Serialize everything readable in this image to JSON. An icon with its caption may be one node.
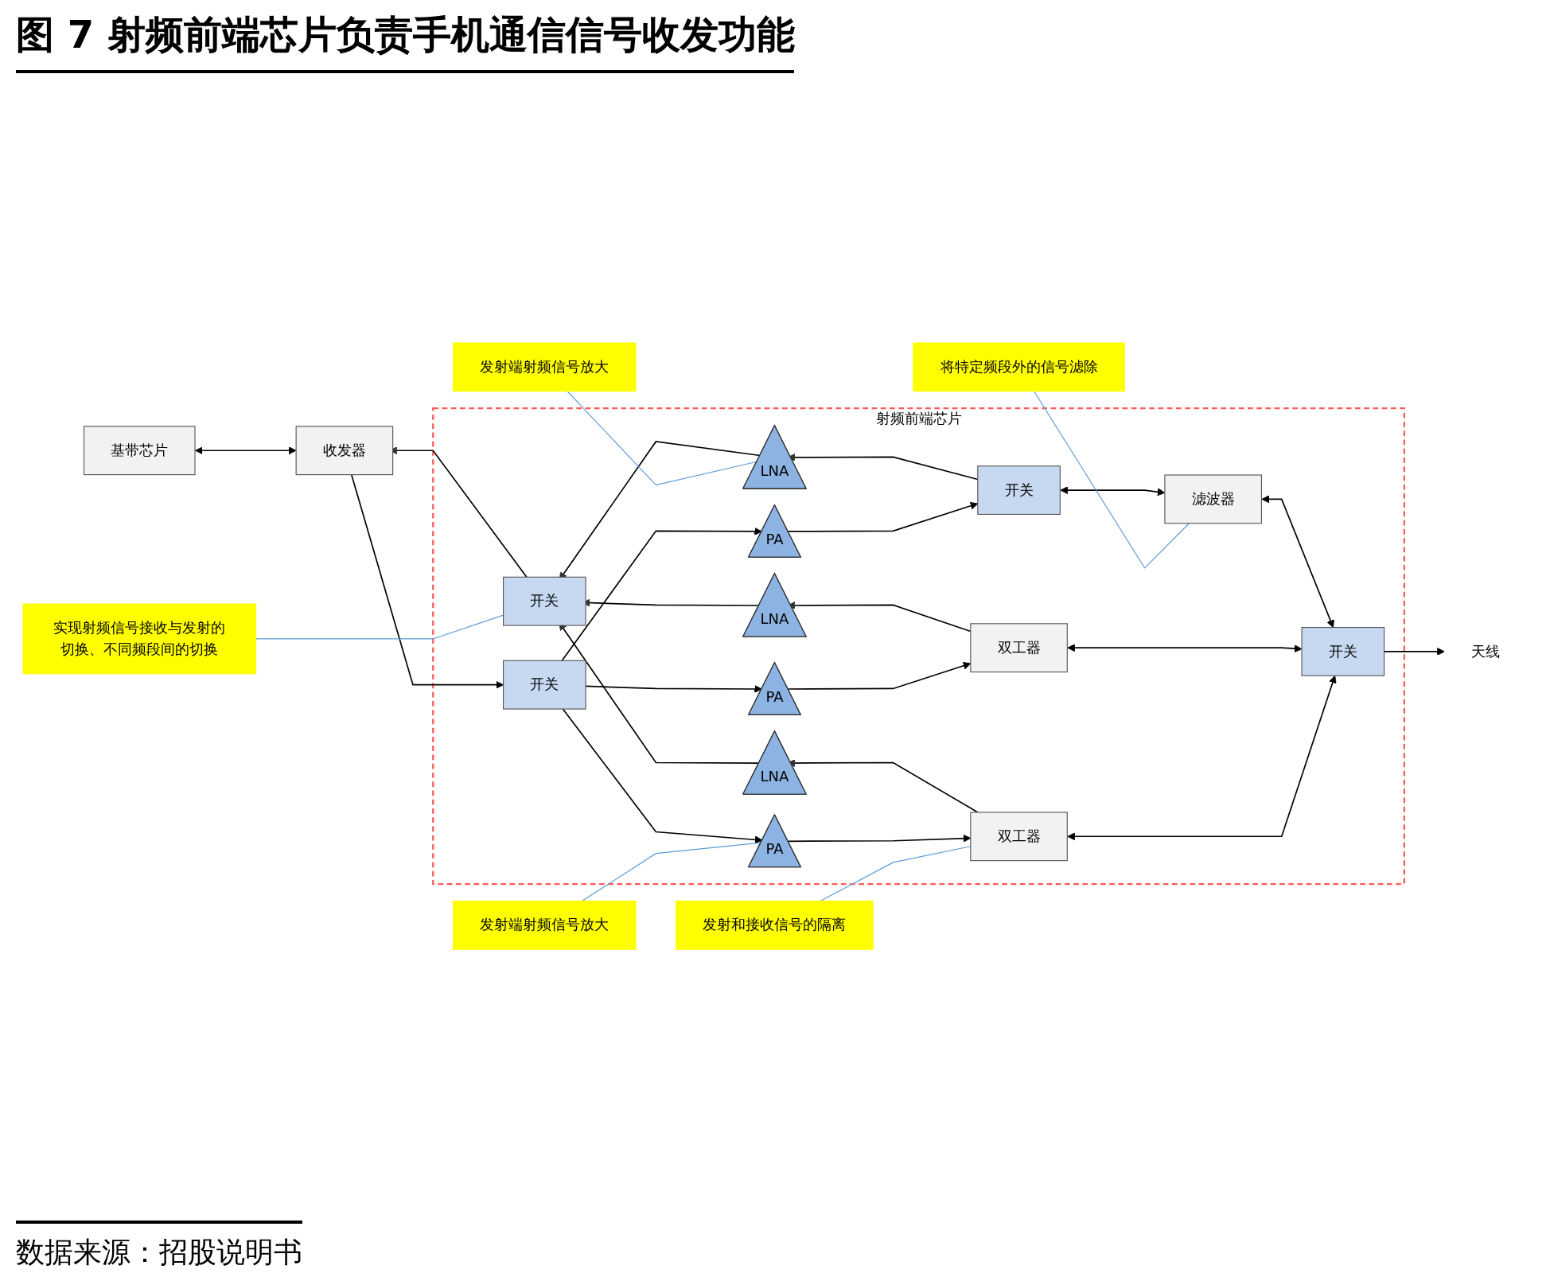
{
  "diagram": {
    "title": "图 7 射频前端芯片负责手机通信信号收发功能",
    "caption": "数据来源：招股说明书",
    "nodes": [
      {
        "text": [
          "实现射频信号接收与发射的切换、不同频段间的切换"
        ]
      },
      {
        "text": [
          "发射端射频信号放大"
        ]
      },
      {
        "text": [
          "将特定频段外的信号滤除"
        ]
      },
      {
        "text": [
          "射频前端芯片"
        ]
      },
      {
        "text": [
          "基带芯片"
        ]
      },
      {
        "text": [
          "收发器"
        ]
      },
      {
        "text": [
          "开关"
        ],
        "in": 3
      },
      {
        "text": [
          "开关"
        ],
        "in": 3
      },
      {
        "text": [
          "LNA"
        ],
        "in": 3
      },
      {
        "text": [
          "PA"
        ],
        "in": 3
      },
      {
        "text": [
          "LNA"
        ],
        "in": 3
      },
      {
        "text": [
          "PA"
        ],
        "in": 3
      },
      {
        "text": [
          "LNA"
        ],
        "in": 3
      },
      {
        "text": [
          "PA"
        ],
        "in": 3
      },
      {
        "text": [
          "开关"
        ],
        "in": 3
      },
      {
        "text": [
          "滤波器"
        ],
        "in": 3
      },
      {
        "text": [
          "双工器"
        ],
        "in": 3
      },
      {
        "text": [
          "双工器"
        ],
        "in": 3
      },
      {
        "text": [
          "开关"
        ],
        "in": 3
      },
      {
        "text": [
          "天线"
        ]
      },
      {
        "text": [
          "发射端射频信号放大"
        ]
      },
      {
        "text": [
          "发射和接收信号的隔离"
        ]
      }
    ],
    "edges": [
      {
        "from": 4,
        "to": 5,
        "arrow": "both"
      },
      {
        "from": 6,
        "to": 5,
        "arrow": "to"
      },
      {
        "from": 5,
        "to": 7,
        "arrow": "to"
      },
      {
        "from": 14,
        "to": 8,
        "arrow": "to"
      },
      {
        "from": 8,
        "to": 6,
        "arrow": "to"
      },
      {
        "from": 7,
        "to": 9,
        "arrow": "to"
      },
      {
        "from": 9,
        "to": 14,
        "arrow": "to"
      },
      {
        "from": 16,
        "to": 10,
        "arrow": "to"
      },
      {
        "from": 10,
        "to": 6,
        "arrow": "to"
      },
      {
        "from": 7,
        "to": 11,
        "arrow": "to"
      },
      {
        "from": 11,
        "to": 16,
        "arrow": "to"
      },
      {
        "from": 17,
        "to": 12,
        "arrow": "to"
      },
      {
        "from": 12,
        "to": 6,
        "arrow": "to"
      },
      {
        "from": 7,
        "to": 13,
        "arrow": "to"
      },
      {
        "from": 13,
        "to": 17,
        "arrow": "to"
      },
      {
        "from": 14,
        "to": 15,
        "arrow": "both"
      },
      {
        "from": 15,
        "to": 18,
        "arrow": "both"
      },
      {
        "from": 16,
        "to": 18,
        "arrow": "both"
      },
      {
        "from": 17,
        "to": 18,
        "arrow": "both"
      },
      {
        "from": 18,
        "to": 19,
        "arrow": "to"
      },
      {
        "from": 0,
        "to": 6,
        "arrow": "none",
        "color": "#5b9bd5"
      },
      {
        "from": 1,
        "to": 8,
        "arrow": "none",
        "color": "#5b9bd5"
      },
      {
        "from": 2,
        "to": 15,
        "arrow": "none",
        "color": "#5b9bd5"
      },
      {
        "from": 20,
        "to": 13,
        "arrow": "none",
        "color": "#5b9bd5"
      },
      {
        "from": 21,
        "to": 17,
        "arrow": "none",
        "color": "#5b9bd5"
      }
    ]
  }
}
